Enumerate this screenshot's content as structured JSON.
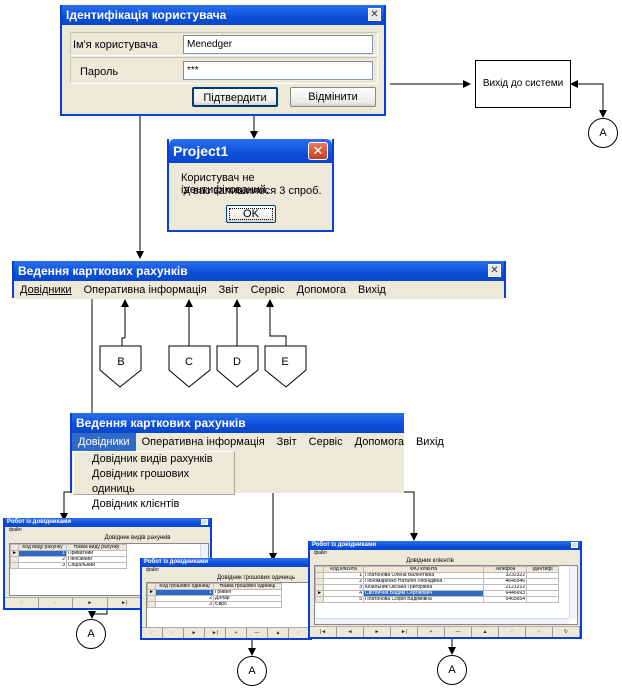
{
  "login_dialog": {
    "title": "Ідентифікація користувача",
    "username_label": "Ім'я користувача",
    "username_value": "Menedger",
    "password_label": "Пароль",
    "password_value": "***",
    "confirm_button": "Підтвердити",
    "cancel_button": "Відмінити"
  },
  "exit_box": {
    "label": "Вихід до системи"
  },
  "error_dialog": {
    "title": "Project1",
    "message_line1": "Користувач не ідентифікований.",
    "message_line2": "У вас залишилося 3 спроб.",
    "ok_button": "OK"
  },
  "main_window": {
    "title": "Ведення карткових рахунків",
    "menu": [
      "Довідники",
      "Оперативна інформація",
      "Звіт",
      "Сервіс",
      "Допомога",
      "Вихід"
    ]
  },
  "connectors": [
    "B",
    "C",
    "D",
    "E"
  ],
  "main_window_open": {
    "title": "Ведення карткових рахунків",
    "menu": [
      "Довідники",
      "Оперативна інформація",
      "Звіт",
      "Сервіс",
      "Допомога",
      "Вихід"
    ],
    "dropdown": [
      "Довідник видів рахунків",
      "Довідник грошових одиниць",
      "Довідник клієнтів"
    ]
  },
  "circle_label": "A",
  "ref_window_title": "Робот із довідниками",
  "ref_window_menu": "файл",
  "account_types": {
    "caption": "Довідник видів рахунків",
    "headers": [
      "Код виду рахунку",
      "Назва виду рахунку"
    ],
    "rows": [
      [
        "1",
        "Приватний"
      ],
      [
        "2",
        "Пенсійний"
      ],
      [
        "3",
        "Соціальний"
      ]
    ]
  },
  "currencies": {
    "caption": "Довідник грошових одиниць",
    "headers": [
      "Код грошової одиниці",
      "Назва грошової одиниці"
    ],
    "rows": [
      [
        "1",
        "Гривня"
      ],
      [
        "2",
        "Долар"
      ],
      [
        "3",
        "Євро"
      ]
    ]
  },
  "clients": {
    "caption": "Довідник клієнтів",
    "headers": [
      "Код клієнта",
      "ФІО клієнта",
      "Телефон",
      "Ідентифі"
    ],
    "rows": [
      [
        "1",
        "Платонова Олена Валентівна",
        "3232322"
      ],
      [
        "2",
        "Пономаренко Наталія Леонідівна",
        "4646546"
      ],
      [
        "3",
        "Кібальник Оксана Григорівна",
        "2121212"
      ],
      [
        "4",
        "Світлична Вадим Сергійович",
        "6446693"
      ],
      [
        "5",
        "Платонова Софія Вадимівна",
        "5465654"
      ]
    ],
    "selected_row": 4
  },
  "nav_buttons": [
    "|◄",
    "◄",
    "►",
    "►|",
    "+",
    "—",
    "▲",
    "✓",
    "✕",
    "↻"
  ]
}
